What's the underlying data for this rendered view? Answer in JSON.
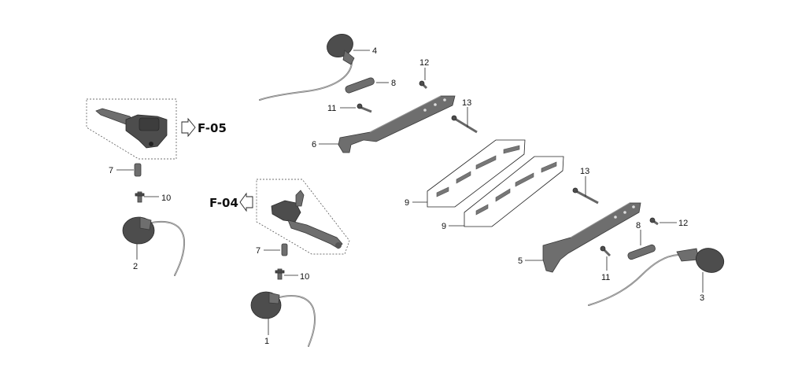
{
  "labels": {
    "l1": "1",
    "l2": "2",
    "l3": "3",
    "l4": "4",
    "l5": "5",
    "l6": "6",
    "l7a": "7",
    "l7b": "7",
    "l8a": "8",
    "l8b": "8",
    "l9a": "9",
    "l9b": "9",
    "l10a": "10",
    "l10b": "10",
    "l11a": "11",
    "l11b": "11",
    "l12a": "12",
    "l12b": "12",
    "l13a": "13",
    "l13b": "13"
  },
  "references": {
    "ref_f05": "F-05",
    "ref_f04": "F-04"
  },
  "colors": {
    "part": "#6e6e6e",
    "outline": "#222222",
    "background": "#ffffff"
  }
}
